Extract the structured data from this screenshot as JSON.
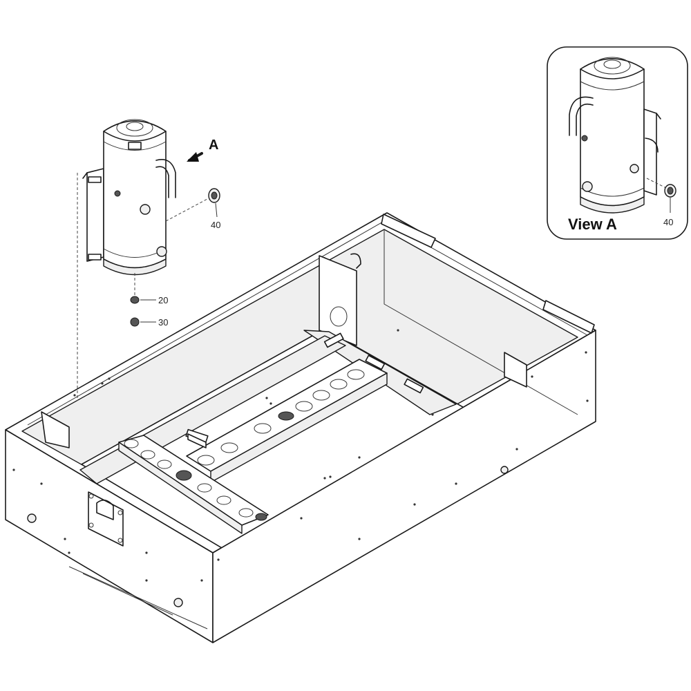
{
  "callouts": {
    "view_marker": "A",
    "part_40": "40",
    "part_20": "20",
    "part_30": "30",
    "view_part_40": "40"
  },
  "inset": {
    "title": "View A"
  }
}
